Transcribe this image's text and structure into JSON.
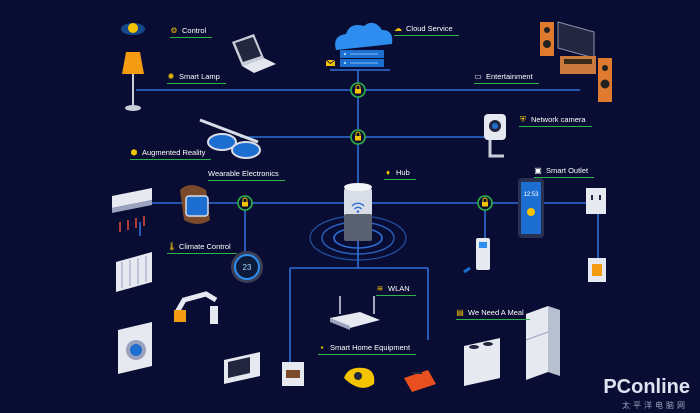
{
  "labels": {
    "control": "Control",
    "cloud_service": "Cloud Service",
    "smart_lamp": "Smart Lamp",
    "entertainment": "Entertainment",
    "augmented_reality": "Augmented Reality",
    "network_camera": "Network camera",
    "wearable_electronics": "Wearable Electronics",
    "hub": "Hub",
    "smart_outlet": "Smart Outlet",
    "climate_control": "Climate Control",
    "wlan": "WLAN",
    "we_need_a_meal": "We Need A Meal",
    "smart_home_equipment": "Smart Home Equipment"
  },
  "phone_time": "12:53",
  "thermostat_value": "23",
  "watermark": {
    "brand": "PConline",
    "sub": "太平洋电脑网"
  },
  "icons": {
    "control": "gear-icon",
    "cloud_service": "cloud-icon",
    "smart_lamp": "lamp-icon",
    "entertainment": "monitor-icon",
    "augmented_reality": "cube-icon",
    "network_camera": "shield-icon",
    "wearable_electronics": "watch-icon",
    "hub": "lightbulb-icon",
    "smart_outlet": "outlet-icon",
    "climate_control": "thermometer-icon",
    "wlan": "wifi-icon",
    "we_need_a_meal": "food-icon",
    "smart_home_equipment": "plug-icon"
  },
  "colors": {
    "background": "#0a0d33",
    "network_line": "#2d6fd6",
    "node_ring": "#2fb34a",
    "lock": "#f5c400",
    "label_underline": "#2fb34a"
  }
}
